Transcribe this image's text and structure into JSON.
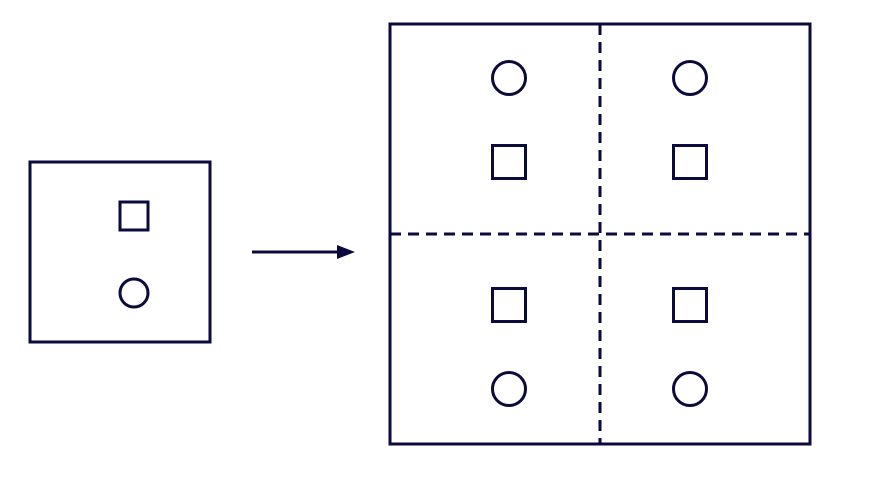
{
  "colors": {
    "stroke": "#0a0a3c",
    "background": "#ffffff"
  },
  "diagram": {
    "source_tile": {
      "shapes": [
        "square",
        "circle"
      ]
    },
    "arrow": {
      "direction": "right"
    },
    "result_grid": {
      "rows": 2,
      "columns": 2,
      "divider_style": "dashed",
      "quadrants": [
        {
          "position": "top-left",
          "shapes": [
            "circle",
            "square"
          ]
        },
        {
          "position": "top-right",
          "shapes": [
            "circle",
            "square"
          ]
        },
        {
          "position": "bottom-left",
          "shapes": [
            "square",
            "circle"
          ]
        },
        {
          "position": "bottom-right",
          "shapes": [
            "square",
            "circle"
          ]
        }
      ]
    }
  }
}
